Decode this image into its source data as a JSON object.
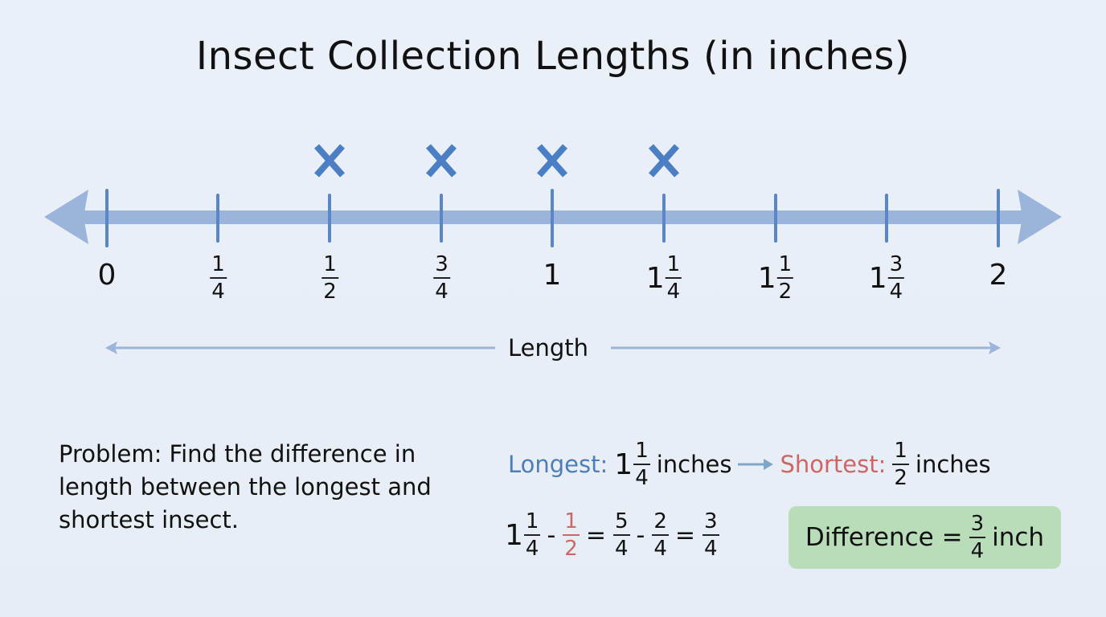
{
  "title": "Insect Collection Lengths (in inches)",
  "colors": {
    "axis": "#9ab4dc",
    "tick": "#5a85c6",
    "mark": "#4a7fc5",
    "longest": "#4f7eb7",
    "shortest": "#cf6666",
    "difference_box": "#b9ddb9",
    "background": "#e8eef7"
  },
  "axis": {
    "label": "Length",
    "ticks": [
      {
        "whole": "0",
        "num": "",
        "den": ""
      },
      {
        "whole": "",
        "num": "1",
        "den": "4"
      },
      {
        "whole": "",
        "num": "1",
        "den": "2"
      },
      {
        "whole": "",
        "num": "3",
        "den": "4"
      },
      {
        "whole": "1",
        "num": "",
        "den": ""
      },
      {
        "whole": "1",
        "num": "1",
        "den": "4"
      },
      {
        "whole": "1",
        "num": "1",
        "den": "2"
      },
      {
        "whole": "1",
        "num": "3",
        "den": "4"
      },
      {
        "whole": "2",
        "num": "",
        "den": ""
      }
    ]
  },
  "marks": [
    "×",
    "×",
    "×",
    "×"
  ],
  "problem": {
    "text": "Problem: Find the difference in length between the longest and shortest insect."
  },
  "summary": {
    "longest_label": "Longest:",
    "longest_whole": "1",
    "longest_num": "1",
    "longest_den": "4",
    "longest_unit": "inches",
    "shortest_label": "Shortest:",
    "shortest_num": "1",
    "shortest_den": "2",
    "shortest_unit": "inches"
  },
  "equation": {
    "a_whole": "1",
    "a_num": "1",
    "a_den": "4",
    "minus1": "-",
    "b_num": "1",
    "b_den": "2",
    "eq1": "=",
    "c_num": "5",
    "c_den": "4",
    "minus2": "-",
    "d_num": "2",
    "d_den": "4",
    "eq2": "=",
    "e_num": "3",
    "e_den": "4"
  },
  "difference": {
    "label": "Difference =",
    "num": "3",
    "den": "4",
    "unit": "inch"
  },
  "chart_data": {
    "type": "scatter",
    "subtype": "line_plot",
    "title": "Insect Collection Lengths (in inches)",
    "xlabel": "Length",
    "ylabel": "",
    "x_ticks": [
      "0",
      "1/4",
      "1/2",
      "3/4",
      "1",
      "1 1/4",
      "1 1/2",
      "1 3/4",
      "2"
    ],
    "xlim": [
      0,
      2
    ],
    "x": [
      0.5,
      0.75,
      1.0,
      1.25
    ],
    "counts": [
      1,
      1,
      1,
      1
    ],
    "marker": "x",
    "grid": false,
    "annotations": [
      "Longest: 1 1/4 inches",
      "Shortest: 1/2 inches",
      "1 1/4 - 1/2 = 5/4 - 2/4 = 3/4",
      "Difference = 3/4 inch"
    ]
  }
}
